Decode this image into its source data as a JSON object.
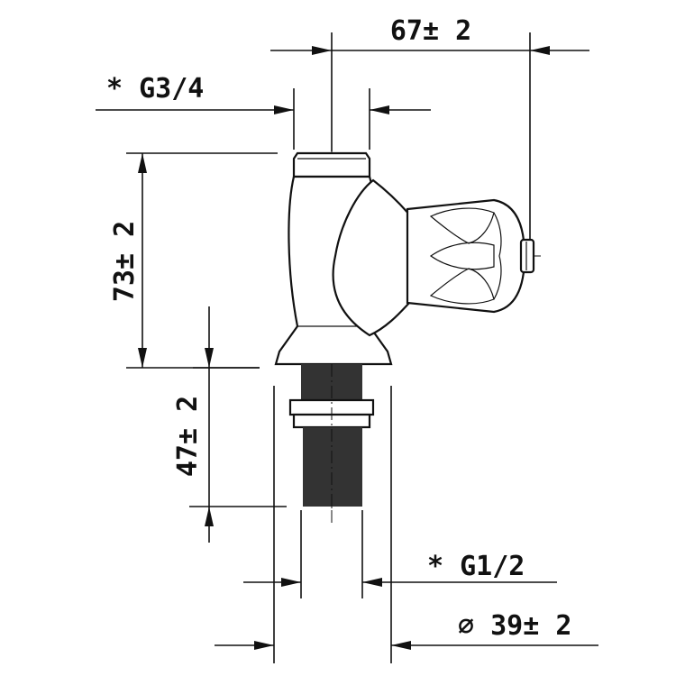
{
  "diagram": {
    "dimensions": {
      "width_total": "67± 2",
      "inlet_thread": "* G3/4",
      "height_body": "73± 2",
      "height_shank": "47± 2",
      "outlet_thread": "* G1/2",
      "base_diameter": "∅ 39± 2"
    }
  }
}
